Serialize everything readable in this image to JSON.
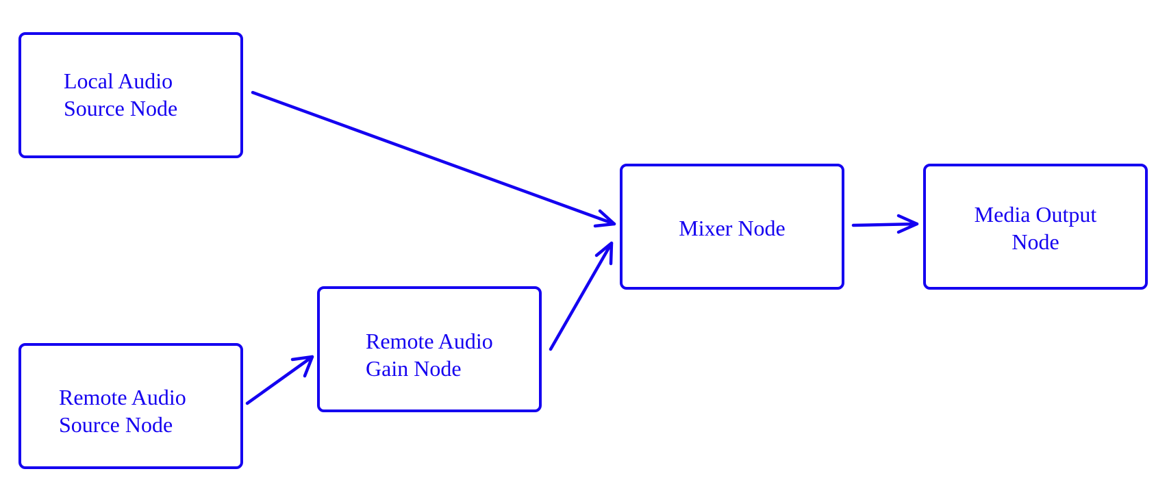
{
  "colors": {
    "primary": "#1400f0",
    "background": "#ffffff"
  },
  "diagram": {
    "nodes": [
      {
        "id": "local-audio-source",
        "lines": [
          "Local Audio",
          "Source Node"
        ]
      },
      {
        "id": "remote-audio-source",
        "lines": [
          "Remote Audio",
          "Source Node"
        ]
      },
      {
        "id": "remote-audio-gain",
        "lines": [
          "Remote Audio",
          "Gain Node"
        ]
      },
      {
        "id": "mixer",
        "lines": [
          "Mixer Node"
        ]
      },
      {
        "id": "media-output",
        "lines": [
          "Media Output",
          "Node"
        ]
      }
    ],
    "edges": [
      {
        "from": "local-audio-source",
        "to": "mixer"
      },
      {
        "from": "remote-audio-source",
        "to": "remote-audio-gain"
      },
      {
        "from": "remote-audio-gain",
        "to": "mixer"
      },
      {
        "from": "mixer",
        "to": "media-output"
      }
    ]
  }
}
